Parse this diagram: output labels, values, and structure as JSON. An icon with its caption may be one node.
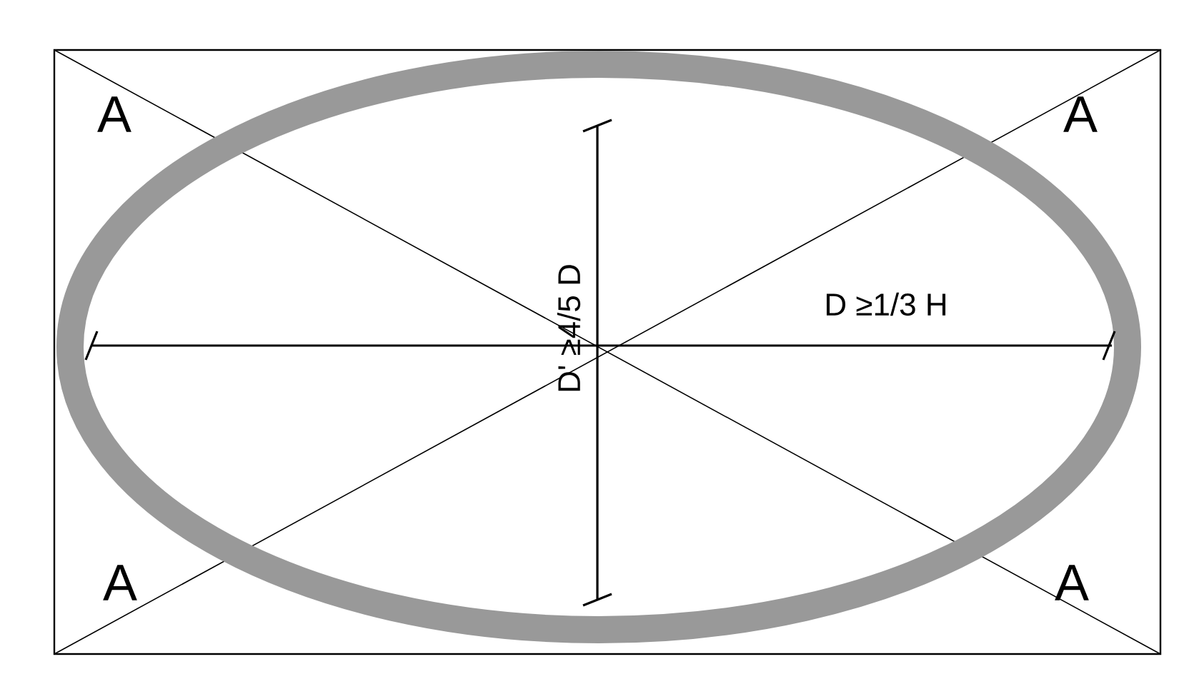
{
  "diagram": {
    "labels": [
      "A",
      "A",
      "D ≥1/3 H",
      "D' ≥4/5 D",
      "A",
      "A"
    ]
  }
}
